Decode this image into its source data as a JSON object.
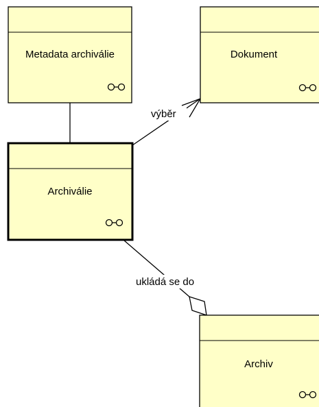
{
  "diagram": {
    "fill_color": "#ffffc8",
    "stroke_color": "#000000",
    "elements": [
      {
        "id": "metadata",
        "label": "Metadata archiválie",
        "icon": "binoculars-icon"
      },
      {
        "id": "dokument",
        "label": "Dokument",
        "icon": "binoculars-icon"
      },
      {
        "id": "archivalie",
        "label": "Archiválie",
        "icon": "binoculars-icon",
        "selected": true
      },
      {
        "id": "archiv",
        "label": "Archiv",
        "icon": "binoculars-icon"
      }
    ],
    "connections": [
      {
        "from": "archivalie",
        "to": "metadata",
        "type": "association",
        "label": ""
      },
      {
        "from": "archivalie",
        "to": "dokument",
        "type": "directed-association",
        "label": "výběr"
      },
      {
        "from": "archiv",
        "to": "archivalie",
        "type": "aggregation",
        "label": "ukládá se do"
      }
    ]
  }
}
